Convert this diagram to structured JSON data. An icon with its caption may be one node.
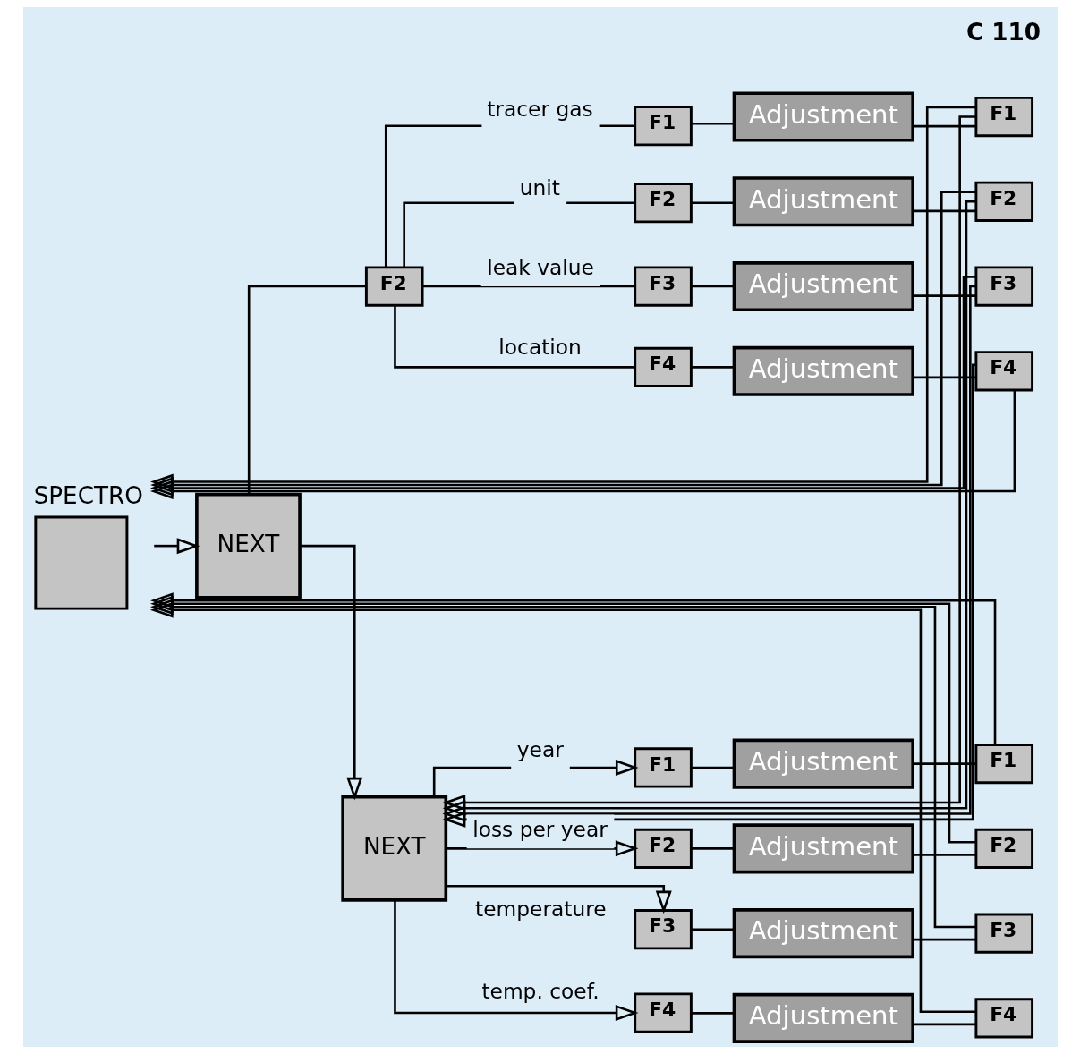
{
  "diagram": {
    "nodes": [
      {
        "text": [
          "SPECTRO"
        ]
      },
      {
        "text": [
          "NEXT"
        ]
      },
      {
        "text": [
          "F2"
        ]
      },
      {
        "text": [
          "F1"
        ]
      },
      {
        "text": [
          "Adjustment"
        ]
      },
      {
        "text": [
          "F1"
        ]
      },
      {
        "text": [
          "F2"
        ]
      },
      {
        "text": [
          "Adjustment"
        ]
      },
      {
        "text": [
          "F2"
        ]
      },
      {
        "text": [
          "F3"
        ]
      },
      {
        "text": [
          "Adjustment"
        ]
      },
      {
        "text": [
          "F3"
        ]
      },
      {
        "text": [
          "F4"
        ]
      },
      {
        "text": [
          "Adjustment"
        ]
      },
      {
        "text": [
          "F4"
        ]
      },
      {
        "text": [
          "NEXT"
        ]
      },
      {
        "text": [
          "F1"
        ]
      },
      {
        "text": [
          "Adjustment"
        ]
      },
      {
        "text": [
          "F1"
        ]
      },
      {
        "text": [
          "F2"
        ]
      },
      {
        "text": [
          "Adjustment"
        ]
      },
      {
        "text": [
          "F2"
        ]
      },
      {
        "text": [
          "F3"
        ]
      },
      {
        "text": [
          "Adjustment"
        ]
      },
      {
        "text": [
          "F3"
        ]
      },
      {
        "text": [
          "F4"
        ]
      },
      {
        "text": [
          "Adjustment"
        ]
      },
      {
        "text": [
          "F4"
        ]
      }
    ],
    "edges": [
      {
        "from": 0,
        "to": 1,
        "arrow": "to"
      },
      {
        "from": 1,
        "to": 2,
        "arrow": "none"
      },
      {
        "from": 2,
        "to": 3,
        "arrow": "none",
        "label": "tracer gas"
      },
      {
        "from": 2,
        "to": 6,
        "arrow": "none",
        "label": "unit"
      },
      {
        "from": 2,
        "to": 9,
        "arrow": "none",
        "label": "leak value"
      },
      {
        "from": 2,
        "to": 12,
        "arrow": "none",
        "label": "location"
      },
      {
        "from": 3,
        "to": 4,
        "arrow": "none"
      },
      {
        "from": 4,
        "to": 5,
        "arrow": "none"
      },
      {
        "from": 6,
        "to": 7,
        "arrow": "none"
      },
      {
        "from": 7,
        "to": 8,
        "arrow": "none"
      },
      {
        "from": 9,
        "to": 10,
        "arrow": "none"
      },
      {
        "from": 10,
        "to": 11,
        "arrow": "none"
      },
      {
        "from": 12,
        "to": 13,
        "arrow": "none"
      },
      {
        "from": 13,
        "to": 14,
        "arrow": "none"
      },
      {
        "from": 5,
        "to": 0,
        "arrow": "to"
      },
      {
        "from": 8,
        "to": 0,
        "arrow": "to"
      },
      {
        "from": 11,
        "to": 0,
        "arrow": "to"
      },
      {
        "from": 14,
        "to": 0,
        "arrow": "to"
      },
      {
        "from": 5,
        "to": 15,
        "arrow": "to"
      },
      {
        "from": 8,
        "to": 15,
        "arrow": "to"
      },
      {
        "from": 11,
        "to": 15,
        "arrow": "to"
      },
      {
        "from": 14,
        "to": 15,
        "arrow": "to"
      },
      {
        "from": 1,
        "to": 15,
        "arrow": "to"
      },
      {
        "from": 15,
        "to": 16,
        "arrow": "to",
        "label": "year"
      },
      {
        "from": 15,
        "to": 19,
        "arrow": "to",
        "label": "loss per year"
      },
      {
        "from": 15,
        "to": 22,
        "arrow": "to",
        "label": "temperature"
      },
      {
        "from": 15,
        "to": 25,
        "arrow": "to",
        "label": "temp. coef."
      },
      {
        "from": 16,
        "to": 17,
        "arrow": "none"
      },
      {
        "from": 17,
        "to": 18,
        "arrow": "none"
      },
      {
        "from": 19,
        "to": 20,
        "arrow": "none"
      },
      {
        "from": 20,
        "to": 21,
        "arrow": "none"
      },
      {
        "from": 22,
        "to": 23,
        "arrow": "none"
      },
      {
        "from": 23,
        "to": 24,
        "arrow": "none"
      },
      {
        "from": 25,
        "to": 26,
        "arrow": "none"
      },
      {
        "from": 26,
        "to": 27,
        "arrow": "none"
      },
      {
        "from": 18,
        "to": 0,
        "arrow": "to"
      },
      {
        "from": 21,
        "to": 0,
        "arrow": "to"
      },
      {
        "from": 24,
        "to": 0,
        "arrow": "to"
      },
      {
        "from": 27,
        "to": 0,
        "arrow": "to"
      }
    ],
    "labels": [
      "C 110"
    ]
  }
}
